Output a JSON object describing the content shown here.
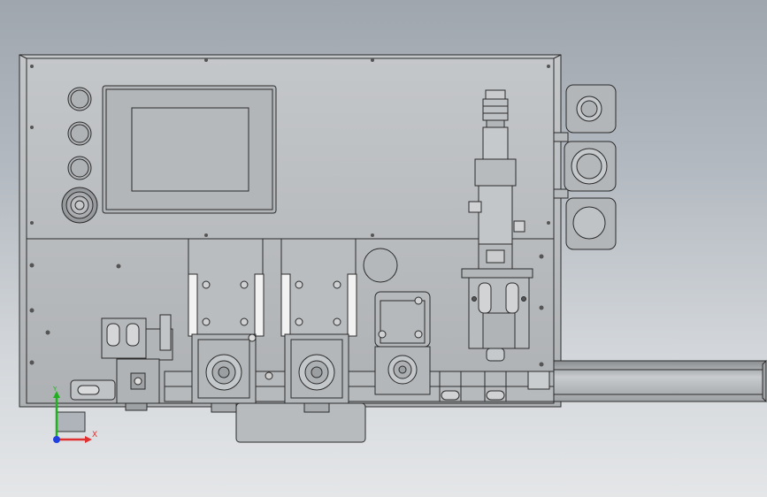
{
  "viewport": {
    "title": "",
    "background_top": "#9fa6ae",
    "background_bottom": "#e4e6e8"
  },
  "model": {
    "panel_color": "#b9bcbf",
    "line_color": "#2b2b2b",
    "components": {
      "buttons": 3,
      "emergency_stop": 1,
      "hmi_screen": 1,
      "feed_motors": 3,
      "cylinder_units": 1,
      "side_connectors": 3,
      "rail": 1
    }
  },
  "triad": {
    "x_label": "X",
    "y_label": "Y",
    "x_color": "#e03030",
    "y_color": "#20b020",
    "z_color": "#2040e0"
  }
}
